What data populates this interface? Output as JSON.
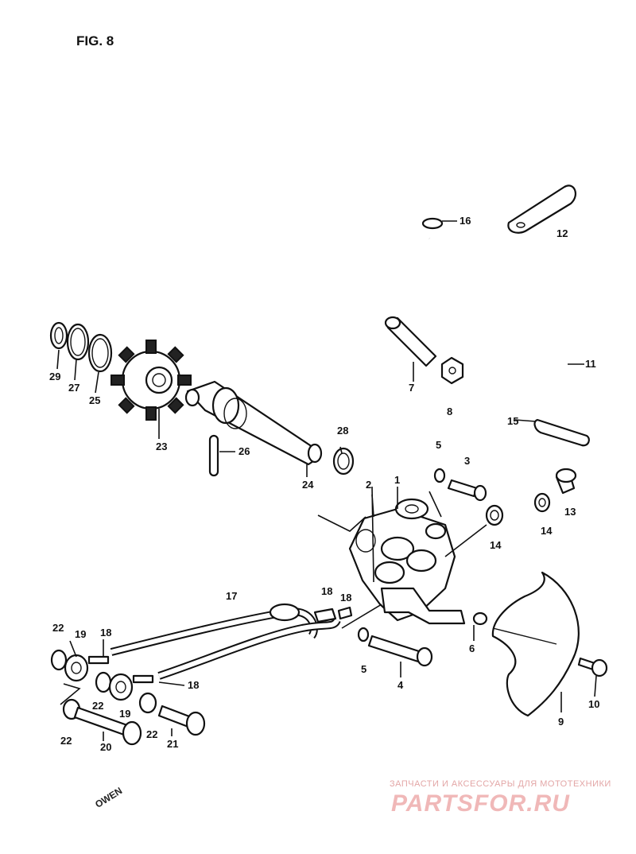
{
  "figure": {
    "title": "FIG. 8"
  },
  "labels": {
    "p1": "1",
    "p2": "2",
    "p3": "3",
    "p4": "4",
    "p5a": "5",
    "p5b": "5",
    "p6": "6",
    "p7": "7",
    "p8": "8",
    "p9": "9",
    "p10": "10",
    "p11": "11",
    "p12": "12",
    "p13": "13",
    "p14a": "14",
    "p14b": "14",
    "p15": "15",
    "p16": "16",
    "p17": "17",
    "p18a": "18",
    "p18b": "18",
    "p18c": "18",
    "p18d": "18",
    "p19a": "19",
    "p19b": "19",
    "p20": "20",
    "p21": "21",
    "p22a": "22",
    "p22b": "22",
    "p22c": "22",
    "p22d": "22",
    "p23": "23",
    "p24": "24",
    "p25": "25",
    "p26": "26",
    "p27": "27",
    "p28": "28",
    "p29": "29"
  },
  "stamp": "OWEN",
  "watermark": {
    "tagline": "ЗАПЧАСТИ И АКСЕССУАРЫ ДЛЯ МОТОТЕХНИКИ",
    "logo": "PARTSFOR.RU"
  }
}
